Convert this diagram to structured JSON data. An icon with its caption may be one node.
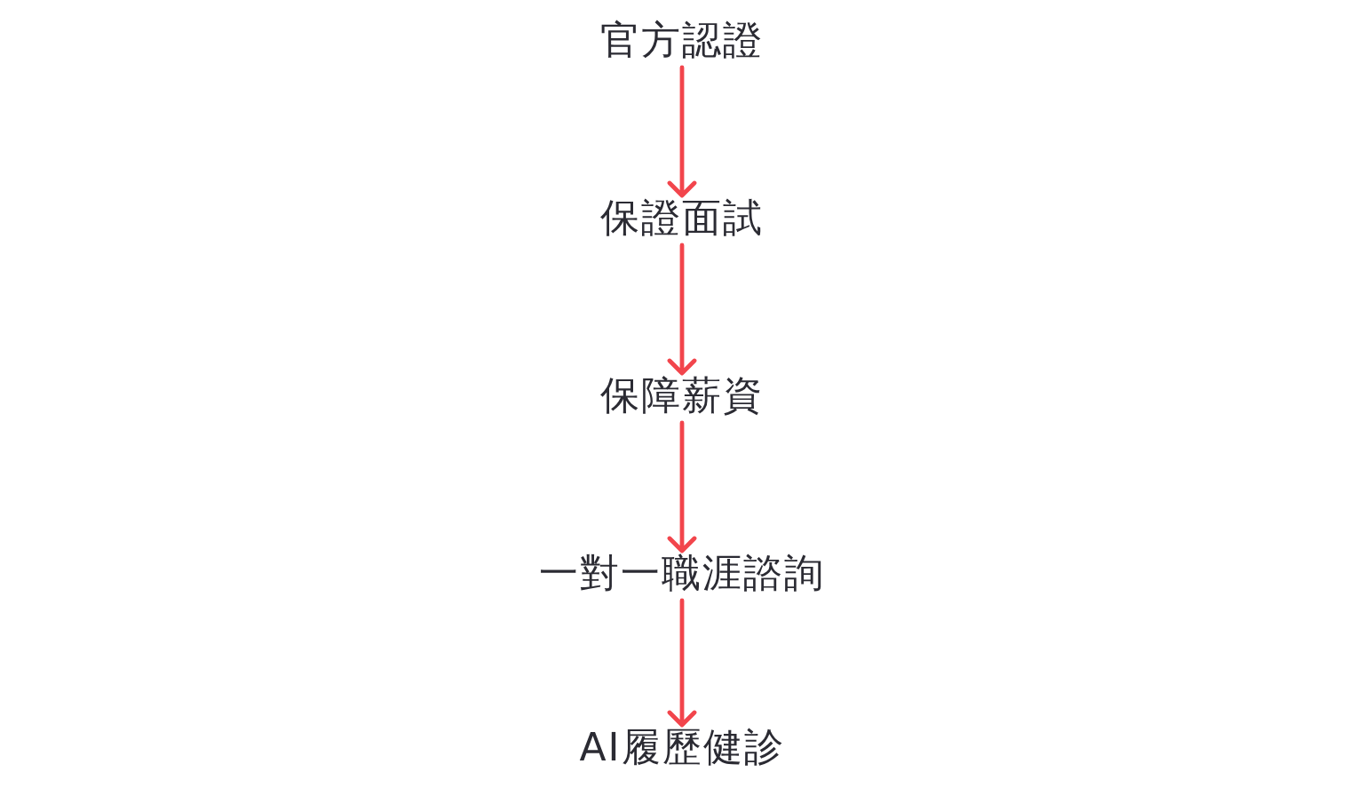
{
  "diagram": {
    "nodes": [
      {
        "text": [
          "官方認證"
        ]
      },
      {
        "text": [
          "保證面試"
        ]
      },
      {
        "text": [
          "保障薪資"
        ]
      },
      {
        "text": [
          "一對一職涯諮詢"
        ]
      },
      {
        "text": [
          "AI履歷健診"
        ]
      }
    ],
    "edges": [
      {
        "from": 0,
        "to": 1,
        "arrow": "to"
      },
      {
        "from": 1,
        "to": 2,
        "arrow": "to"
      },
      {
        "from": 2,
        "to": 3,
        "arrow": "to"
      },
      {
        "from": 3,
        "to": 4,
        "arrow": "to"
      }
    ]
  }
}
